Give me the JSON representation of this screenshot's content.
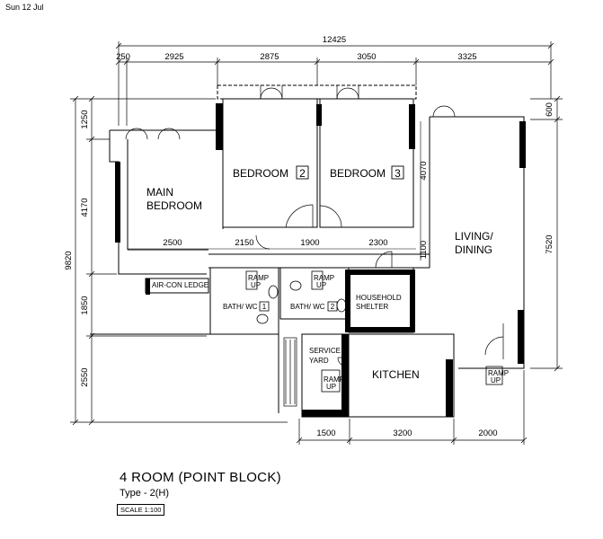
{
  "status_bar": {
    "date": "Sun 12 Jul"
  },
  "dimensions": {
    "top_total": "12425",
    "top": [
      "250",
      "2925",
      "2875",
      "3050",
      "3325"
    ],
    "left_total": "9820",
    "left": [
      "1250",
      "4170",
      "1850",
      "2550"
    ],
    "right": [
      "600",
      "7520"
    ],
    "inner_row": [
      "2500",
      "2150",
      "1900",
      "2300"
    ],
    "inner_vertical": [
      "4070",
      "1100"
    ],
    "bottom": [
      "1500",
      "3200",
      "2000"
    ]
  },
  "rooms": {
    "main_bedroom_line1": "MAIN",
    "main_bedroom_line2": "BEDROOM",
    "bedroom": "BEDROOM",
    "bedroom2_num": "2",
    "bedroom3_num": "3",
    "living_line1": "LIVING/",
    "living_line2": "DINING",
    "kitchen": "KITCHEN",
    "household_line1": "HOUSEHOLD",
    "household_line2": "SHELTER",
    "service_line1": "SERVICE",
    "service_line2": "YARD",
    "bath": "BATH/ WC",
    "bath1_num": "1",
    "bath2_num": "2",
    "aircon": "AIR-CON LEDGE",
    "ramp_line1": "RAMP",
    "ramp_line2": "UP"
  },
  "title": "4 ROOM (POINT BLOCK)",
  "subtitle": "Type - 2(H)",
  "scale": "SCALE 1:100"
}
